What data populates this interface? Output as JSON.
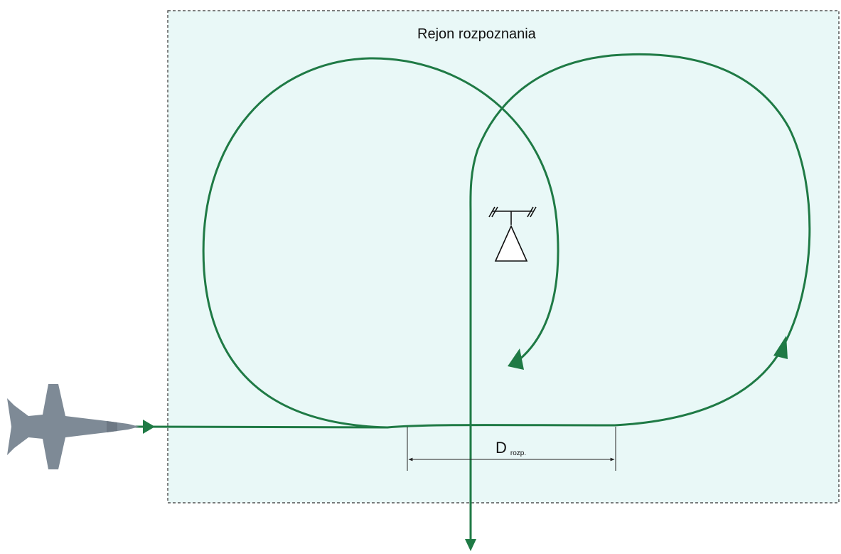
{
  "diagram": {
    "region_label": "Rejon rozpoznania",
    "distance_label_main": "D",
    "distance_label_sub": "rozp."
  },
  "colors": {
    "region_fill": "#e9f8f7",
    "region_border": "#333333",
    "flight_path": "#1f7a45",
    "aircraft": "#7e8a96",
    "symbol": "#111111",
    "background": "#ffffff"
  },
  "icons": {
    "aircraft": "fighter-jet-icon",
    "ground_station": "radar-station-icon"
  }
}
